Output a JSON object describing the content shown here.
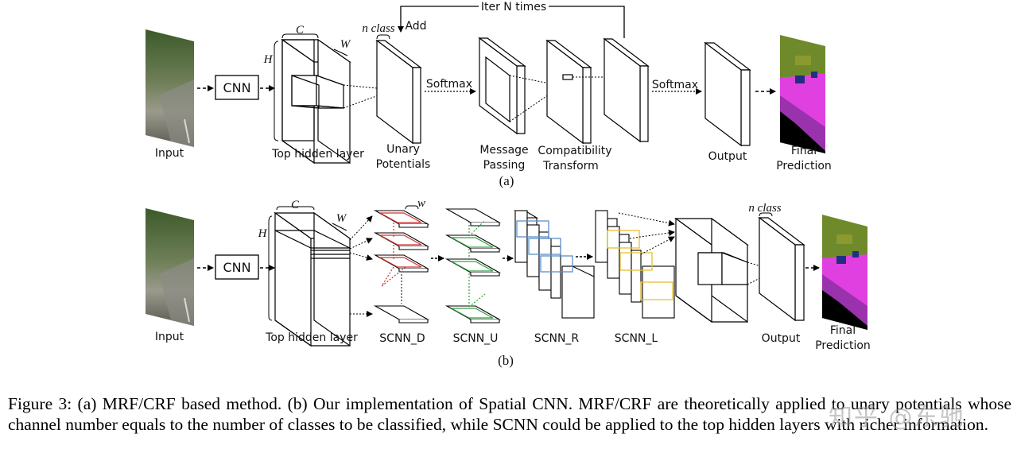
{
  "panel_a": {
    "input_label": "Input",
    "cnn_label": "CNN",
    "dim_c": "C",
    "dim_h": "H",
    "dim_w": "W",
    "hidden_label": "Top hidden layer",
    "nclass_label": "n class",
    "add_label": "Add",
    "iter_label": "Iter N times",
    "unary_label_1": "Unary",
    "unary_label_2": "Potentials",
    "softmax_1": "Softmax",
    "message_label_1": "Message",
    "message_label_2": "Passing",
    "compat_label_1": "Compatibility",
    "compat_label_2": "Transform",
    "softmax_2": "Softmax",
    "output_label": "Output",
    "final_label_1": "Final",
    "final_label_2": "Prediction",
    "sub_caption": "(a)"
  },
  "panel_b": {
    "input_label": "Input",
    "cnn_label": "CNN",
    "dim_c": "C",
    "dim_h": "H",
    "dim_w": "W",
    "dim_w_small": "w",
    "hidden_label": "Top hidden layer",
    "scnn_d": "SCNN_D",
    "scnn_u": "SCNN_U",
    "scnn_r": "SCNN_R",
    "scnn_l": "SCNN_L",
    "nclass_label": "n class",
    "output_label": "Output",
    "final_label_1": "Final",
    "final_label_2": "Prediction",
    "sub_caption": "(b)"
  },
  "caption": "Figure 3: (a) MRF/CRF based method. (b) Our implementation of Spatial CNN. MRF/CRF are theoretically applied to unary potentials whose channel number equals to the number of classes to be classified, while SCNN could be applied to the top hidden layers with richer information.",
  "watermark": "知乎 @东驰",
  "colors": {
    "scnn_d": "#d03030",
    "scnn_u": "#30a040",
    "scnn_r": "#5b8fc8",
    "scnn_l": "#e8c030",
    "pred_magenta": "#e040e0",
    "pred_olive": "#8a9a30"
  }
}
